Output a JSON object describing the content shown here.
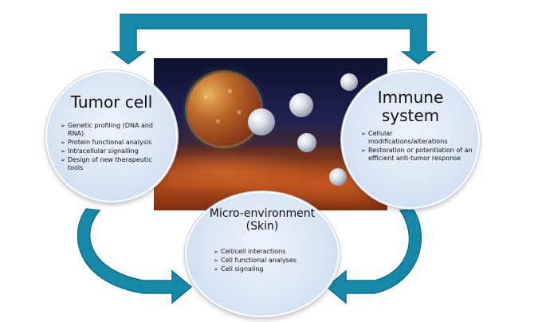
{
  "colors": {
    "arrow_fill": "#1688a8",
    "arrow_dark": "#0f6f8c",
    "circle_fill": "#dbe6f5",
    "circle_border": "#ffffff"
  },
  "diagram": {
    "tumor_cell": {
      "title": "Tumor cell",
      "items": [
        {
          "marker": "➢",
          "text": "Genetic profiling (DNA and RNA)"
        },
        {
          "marker": "➢",
          "text": "Protein functional analysis"
        },
        {
          "marker": "➢",
          "text": "Intracellular signalling"
        },
        {
          "marker": "➢",
          "text": "Design of new therapeutic tools"
        }
      ]
    },
    "immune_system": {
      "title": "Immune system",
      "items": [
        {
          "marker": "➢",
          "text": "Cellular modifications/alterations"
        },
        {
          "marker": "➢",
          "text": "Restoration or potentiation of an efficient anti-tumor response"
        }
      ]
    },
    "micro_environment": {
      "title_line1": "Micro-environment",
      "title_line2": "(Skin)",
      "items": [
        {
          "marker": "➢",
          "text": "Cell/cell interactions"
        },
        {
          "marker": "➢",
          "text": "Cell functional analyses"
        },
        {
          "marker": "➢",
          "text": "Cell signaling"
        }
      ]
    },
    "photo": {
      "icon": "tumor-cell-illustration"
    }
  }
}
